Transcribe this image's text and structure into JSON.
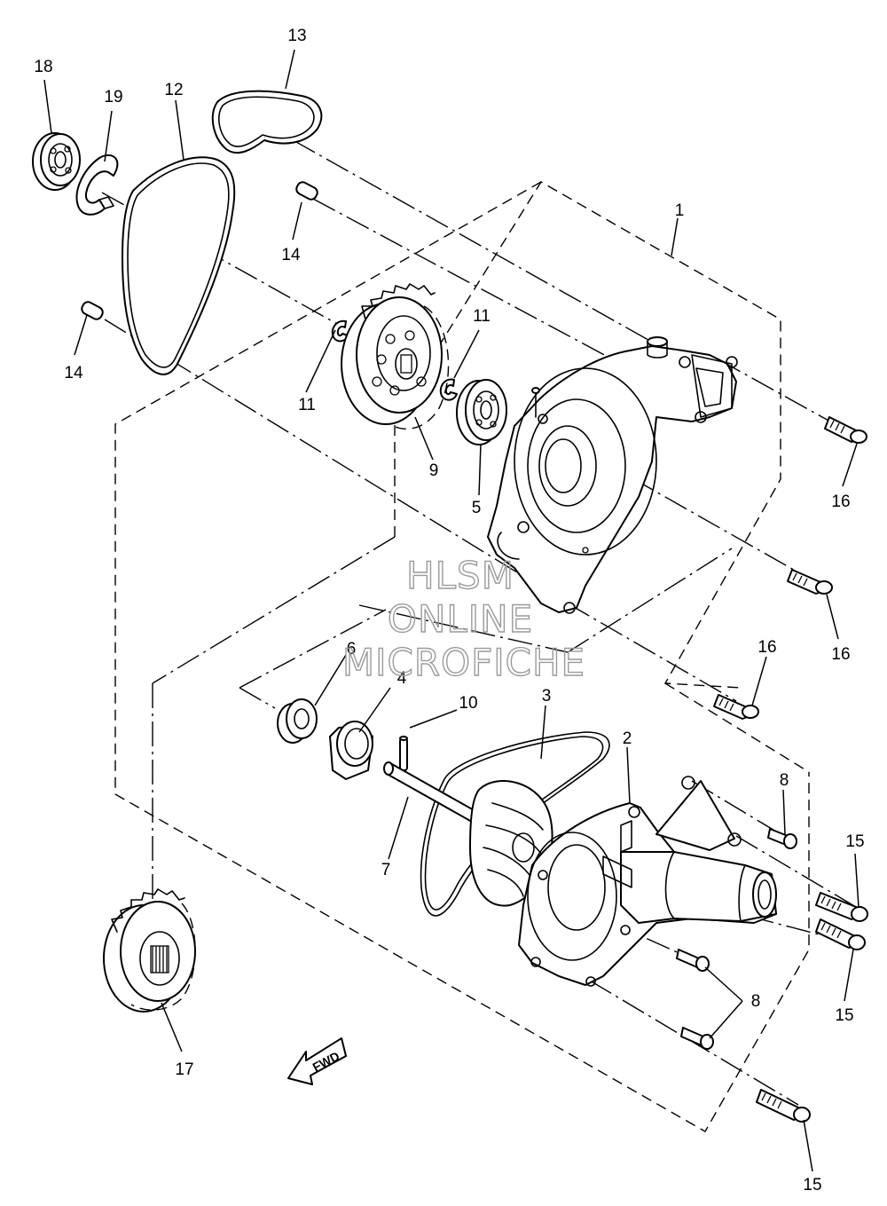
{
  "watermark": {
    "line1": "HLSM",
    "line2": "ONLINE",
    "line3": "MICROFICHE"
  },
  "direction_label": "FWD",
  "callouts": [
    {
      "id": "c1",
      "text": "1"
    },
    {
      "id": "c2",
      "text": "2"
    },
    {
      "id": "c3",
      "text": "3"
    },
    {
      "id": "c4",
      "text": "4"
    },
    {
      "id": "c5",
      "text": "5"
    },
    {
      "id": "c6",
      "text": "6"
    },
    {
      "id": "c7",
      "text": "7"
    },
    {
      "id": "c8a",
      "text": "8"
    },
    {
      "id": "c8b",
      "text": "8"
    },
    {
      "id": "c9",
      "text": "9"
    },
    {
      "id": "c10",
      "text": "10"
    },
    {
      "id": "c11a",
      "text": "11"
    },
    {
      "id": "c11b",
      "text": "11"
    },
    {
      "id": "c12",
      "text": "12"
    },
    {
      "id": "c13",
      "text": "13"
    },
    {
      "id": "c14a",
      "text": "14"
    },
    {
      "id": "c14b",
      "text": "14"
    },
    {
      "id": "c15a",
      "text": "15"
    },
    {
      "id": "c15b",
      "text": "15"
    },
    {
      "id": "c15c",
      "text": "15"
    },
    {
      "id": "c16a",
      "text": "16"
    },
    {
      "id": "c16b",
      "text": "16"
    },
    {
      "id": "c16c",
      "text": "16"
    },
    {
      "id": "c17",
      "text": "17"
    },
    {
      "id": "c18",
      "text": "18"
    },
    {
      "id": "c19",
      "text": "19"
    }
  ]
}
